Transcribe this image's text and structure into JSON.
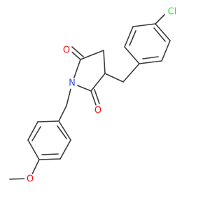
{
  "colors": {
    "bond": "#3a3a3a",
    "oxygen": "#ff0d0d",
    "nitrogen": "#3050f8",
    "chlorine": "#1ff01f",
    "background": "#ffffff"
  },
  "atoms": {
    "carbonyl_oxygen_top": {
      "symbol": "O",
      "element": "oxygen"
    },
    "carbonyl_oxygen_bottom": {
      "symbol": "O",
      "element": "oxygen"
    },
    "ring_nitrogen": {
      "symbol": "N",
      "element": "nitrogen"
    },
    "chlorine": {
      "symbol": "Cl",
      "element": "chlorine"
    },
    "methoxy_oxygen": {
      "symbol": "O",
      "element": "oxygen"
    }
  }
}
